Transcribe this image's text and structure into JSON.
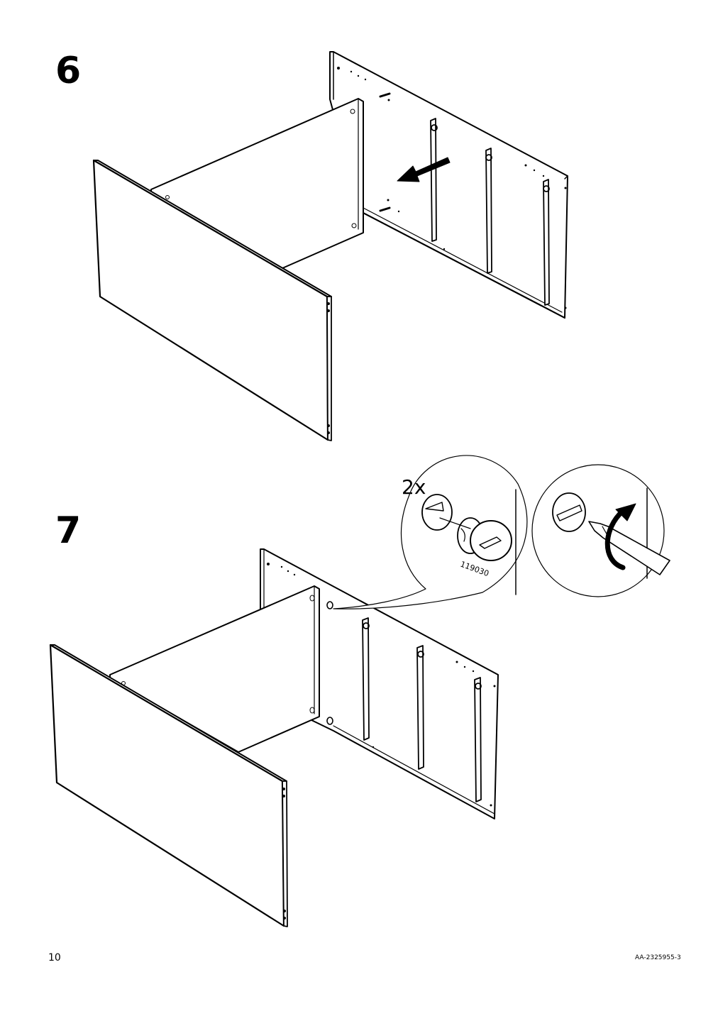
{
  "steps": [
    {
      "number": "6"
    },
    {
      "number": "7",
      "callout": {
        "quantity": "2x",
        "part_number": "119030"
      }
    }
  ],
  "footer": {
    "page_number": "10",
    "document_code": "AA-2325955-3"
  },
  "icons": [
    "arrow-push-icon",
    "cam-lock-fitting-icon",
    "screwdriver-icon",
    "rotate-clockwise-icon"
  ],
  "colors": {
    "ink": "#000000",
    "paper": "#ffffff"
  }
}
